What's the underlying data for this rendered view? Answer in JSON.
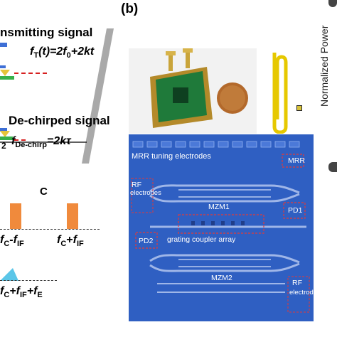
{
  "panel_a": {
    "transmitting_title": "nsmitting signal",
    "ft_equation": {
      "f": "f",
      "sub": "T",
      "rest": "(t)=2f",
      "sub0": "0",
      "tail": "+2kt"
    },
    "dechirped_title": "De-chirped signal",
    "dechirp_equation": {
      "f": "f",
      "sub": "De-chirp",
      "rest": "=2k",
      "tau": "τ"
    },
    "small_label_2": "2",
    "spectrum_top": {
      "center_label": "C",
      "left_freq": {
        "f1": "f",
        "s1": "C",
        "op": "-",
        "f2": "f",
        "s2": "IF"
      },
      "right_freq": {
        "f1": "f",
        "s1": "C",
        "op": "+",
        "f2": "f",
        "s2": "IF"
      }
    },
    "spectrum_bottom": {
      "freq": {
        "a": "f",
        "sa": "C",
        "b": "+f",
        "sb": "IF",
        "c": "+f",
        "sc": "E"
      }
    }
  },
  "panel_b": {
    "label": "(b)",
    "chip_labels": {
      "mrr_electrodes": "MRR tuning electrodes",
      "mrr": "MRR",
      "rf_top": "RF",
      "rf_top_2": "electrodes",
      "mzm1": "MZM1",
      "pd1": "PD1",
      "pd2": "PD2",
      "grating": "grating coupler array",
      "mzm2": "MZM2",
      "rf_bottom": "RF",
      "rf_bottom_2": "electrodes"
    }
  },
  "panel_c": {
    "ylabel": "Normalized Power"
  },
  "colors": {
    "chip_blue": "#2f5fc2",
    "waveguide": "#9fb6e8",
    "orange": "#f08a3c",
    "red_dash": "#d62020",
    "pcb_green": "#1f7a3a",
    "gold": "#c9a43a"
  }
}
